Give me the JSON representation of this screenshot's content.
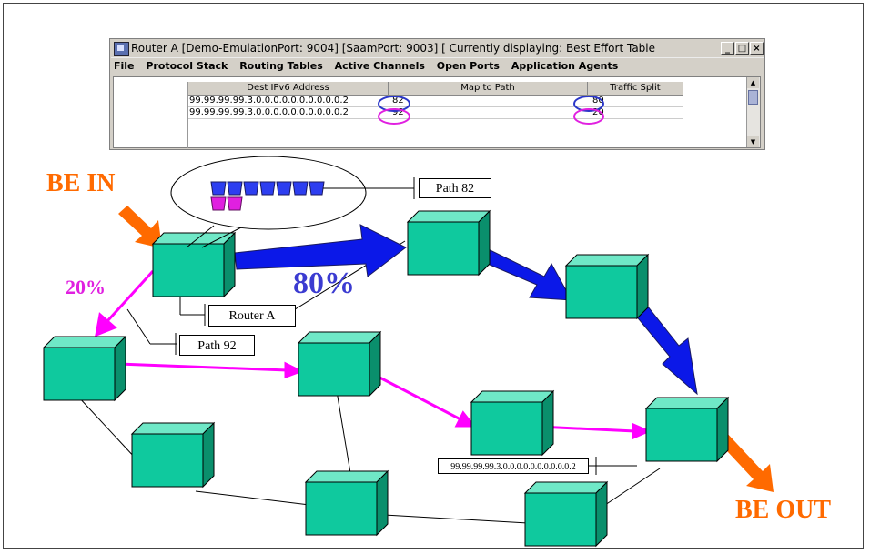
{
  "window": {
    "title": "Router A   [Demo-EmulationPort: 9004]  [SaamPort: 9003]  [ Currently displaying: Best Effort Table",
    "controls": {
      "minimize": "_",
      "maximize": "□",
      "close": "×"
    }
  },
  "menu": [
    "File",
    "Protocol Stack",
    "Routing Tables",
    "Active Channels",
    "Open Ports",
    "Application Agents"
  ],
  "table": {
    "headers": [
      "Dest IPv6 Address",
      "Map to Path",
      "Traffic Split"
    ],
    "rows": [
      [
        "99.99.99.99.3.0.0.0.0.0.0.0.0.0.0.2",
        "82",
        "80"
      ],
      [
        "99.99.99.99.3.0.0.0.0.0.0.0.0.0.0.2",
        "92",
        "20"
      ]
    ]
  },
  "diagram": {
    "be_in": "BE IN",
    "be_out": "BE OUT",
    "pct_80": "80%",
    "pct_20": "20%",
    "callouts": {
      "path82": "Path 82",
      "router_a": "Router A",
      "path92": "Path 92",
      "dest_addr": "99.99.99.99.3.0.0.0.0.0.0.0.0.0.0.2"
    },
    "colors": {
      "router_front": "#0fc99e",
      "router_top": "#6fe8c7",
      "router_side": "#0a8f6c",
      "be_arrow": "#ff6a00",
      "main_path": "#0b18e8",
      "alt_path": "#ff00ff",
      "label_orange": "#ff6a00",
      "label_blue": "#3b3bd1",
      "label_magenta": "#e020e0"
    }
  }
}
